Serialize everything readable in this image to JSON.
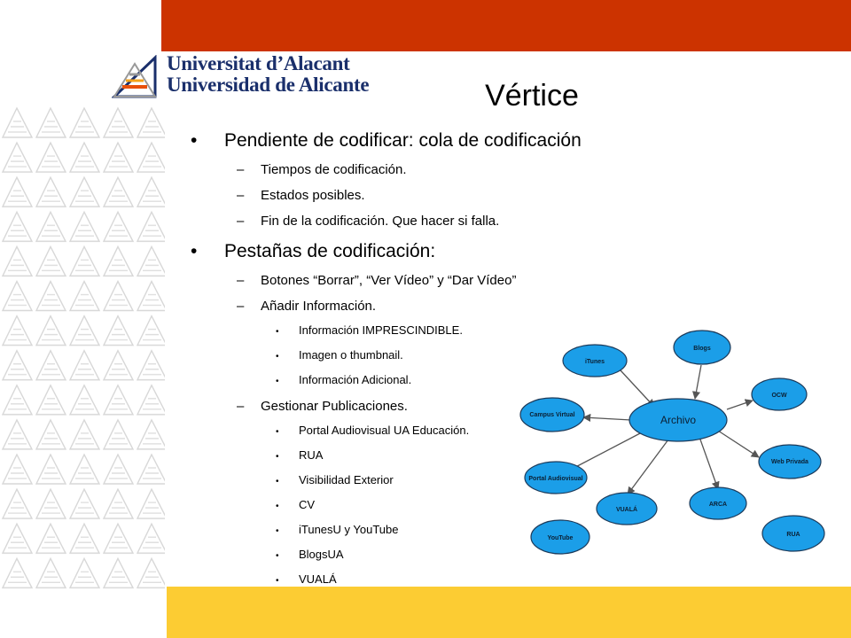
{
  "slide": {
    "title": "Vértice",
    "logo": {
      "line1": "Universitat d’Alacant",
      "line2": "Universidad de Alicante"
    },
    "bullets": [
      {
        "text": "Pendiente de codificar: cola de codificación",
        "children": [
          {
            "text": "Tiempos de codificación."
          },
          {
            "text": "Estados posibles."
          },
          {
            "text": "Fin de la codificación. Que hacer si falla."
          }
        ]
      },
      {
        "text": "Pestañas de codificación:",
        "children": [
          {
            "text": "Botones “Borrar”, “Ver Vídeo” y “Dar Vídeo”"
          },
          {
            "text": "Añadir Información.",
            "children": [
              "Información IMPRESCINDIBLE.",
              "Imagen o thumbnail.",
              "Información Adicional."
            ]
          },
          {
            "text": "Gestionar Publicaciones.",
            "children": [
              "Portal Audiovisual UA Educación.",
              "RUA",
              "Visibilidad Exterior",
              "CV",
              "iTunesU y YouTube",
              "BlogsUA",
              "VUALÁ"
            ]
          }
        ]
      }
    ]
  },
  "diagram": {
    "center": "Archivo",
    "nodes": [
      "iTunes",
      "Blogs",
      "OCW",
      "Campus Virtual",
      "Web Privada",
      "Portal Audiovisual",
      "VUALÁ",
      "ARCA",
      "YouTube",
      "RUA"
    ]
  },
  "colors": {
    "top_bar": "#cc3300",
    "bottom_bar": "#fccc33",
    "node_fill": "#1b9ee8",
    "logo_text": "#1a2f6b"
  }
}
